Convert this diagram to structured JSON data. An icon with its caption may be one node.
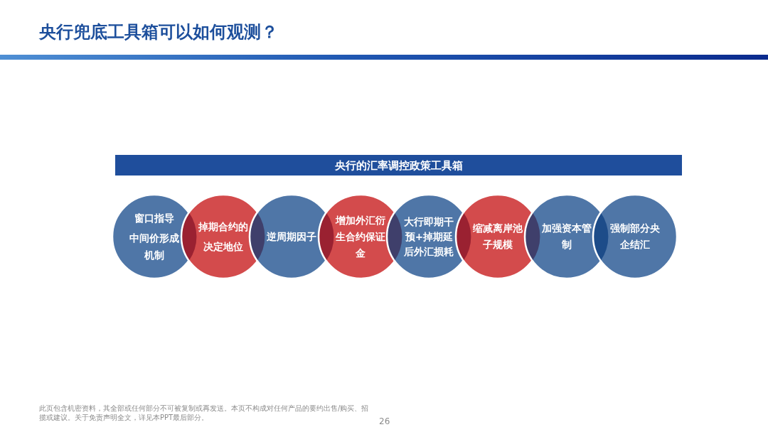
{
  "diagram": {
    "title": "央行兜底工具箱可以如何观测？",
    "nodes": [
      {
        "text": [
          "央行的汇率调控政策工具箱"
        ]
      },
      {
        "text": [
          "窗口指导",
          "中间价形成机制"
        ]
      },
      {
        "text": [
          "掉期合约的决定地位"
        ]
      },
      {
        "text": [
          "逆周期因子"
        ]
      },
      {
        "text": [
          "增加外汇衍生合约保证金"
        ]
      },
      {
        "text": [
          "大行即期干预+掉期延后外汇损耗"
        ]
      },
      {
        "text": [
          "缩减离岸池子规模"
        ]
      },
      {
        "text": [
          "加强资本管制"
        ]
      },
      {
        "text": [
          "强制部分央企结汇"
        ]
      }
    ],
    "labels": [
      "此页包含机密资料，其全部或任何部分不可被复制或再发送。本页不构成对任何产品的要约出售/购买、招揽或建议。关于免责声明全文，详见本PPT最后部分。",
      "26"
    ]
  }
}
